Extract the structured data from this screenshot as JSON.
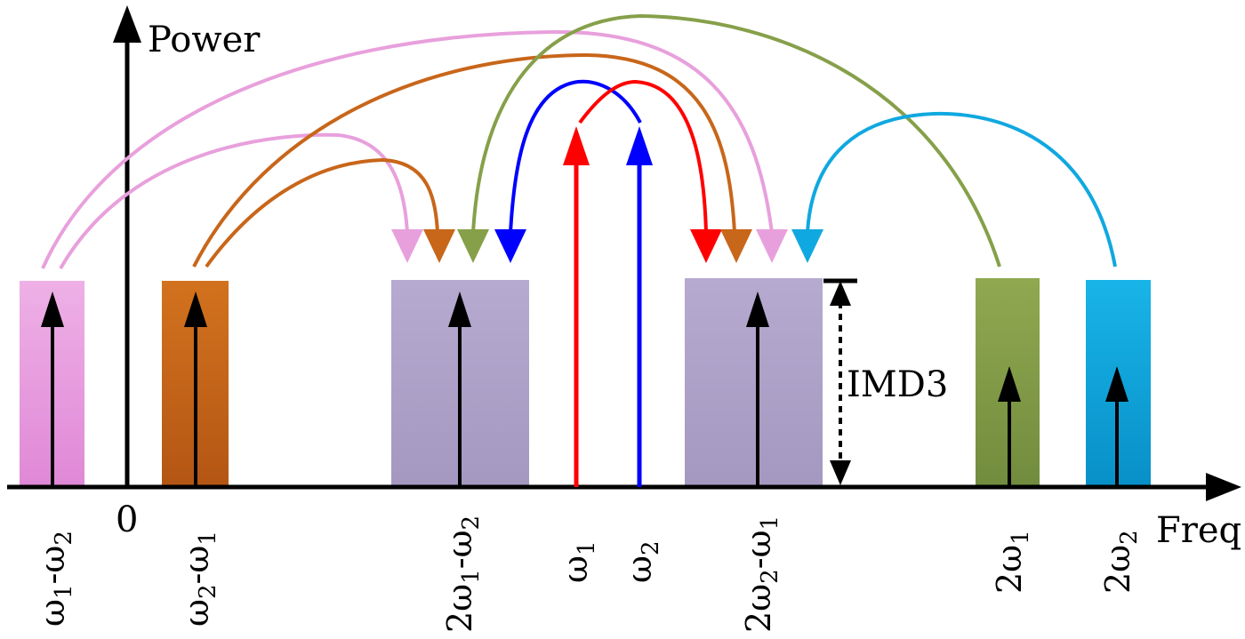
{
  "axes": {
    "y_label": "Power",
    "x_label": "Freq",
    "origin_label": "0"
  },
  "annotation": {
    "imd3": "IMD3"
  },
  "tick_labels": {
    "w1_minus_w2": {
      "pre": "",
      "a": "ω",
      "asub": "1",
      "mid": "-ω",
      "bsub": "2"
    },
    "w2_minus_w1": {
      "pre": "",
      "a": "ω",
      "asub": "2",
      "mid": "-ω",
      "bsub": "1"
    },
    "two_w1_minus_w2": {
      "pre": "2",
      "a": "ω",
      "asub": "1",
      "mid": "-ω",
      "bsub": "2"
    },
    "w1": {
      "pre": "",
      "a": "ω",
      "asub": "1",
      "mid": "",
      "bsub": ""
    },
    "w2": {
      "pre": "",
      "a": "ω",
      "asub": "2",
      "mid": "",
      "bsub": ""
    },
    "two_w2_minus_w1": {
      "pre": "2",
      "a": "ω",
      "asub": "2",
      "mid": "-ω",
      "bsub": "1"
    },
    "two_w1": {
      "pre": "2",
      "a": "ω",
      "asub": "1",
      "mid": "",
      "bsub": ""
    },
    "two_w2": {
      "pre": "2",
      "a": "ω",
      "asub": "2",
      "mid": "",
      "bsub": ""
    }
  },
  "colors": {
    "pink": "#e8a0dc",
    "orange": "#c8661a",
    "purple": "#ab9ec4",
    "green": "#86a04a",
    "cyan": "#10a8e0",
    "red": "#ff0000",
    "blue": "#0000ff",
    "black": "#000000"
  }
}
